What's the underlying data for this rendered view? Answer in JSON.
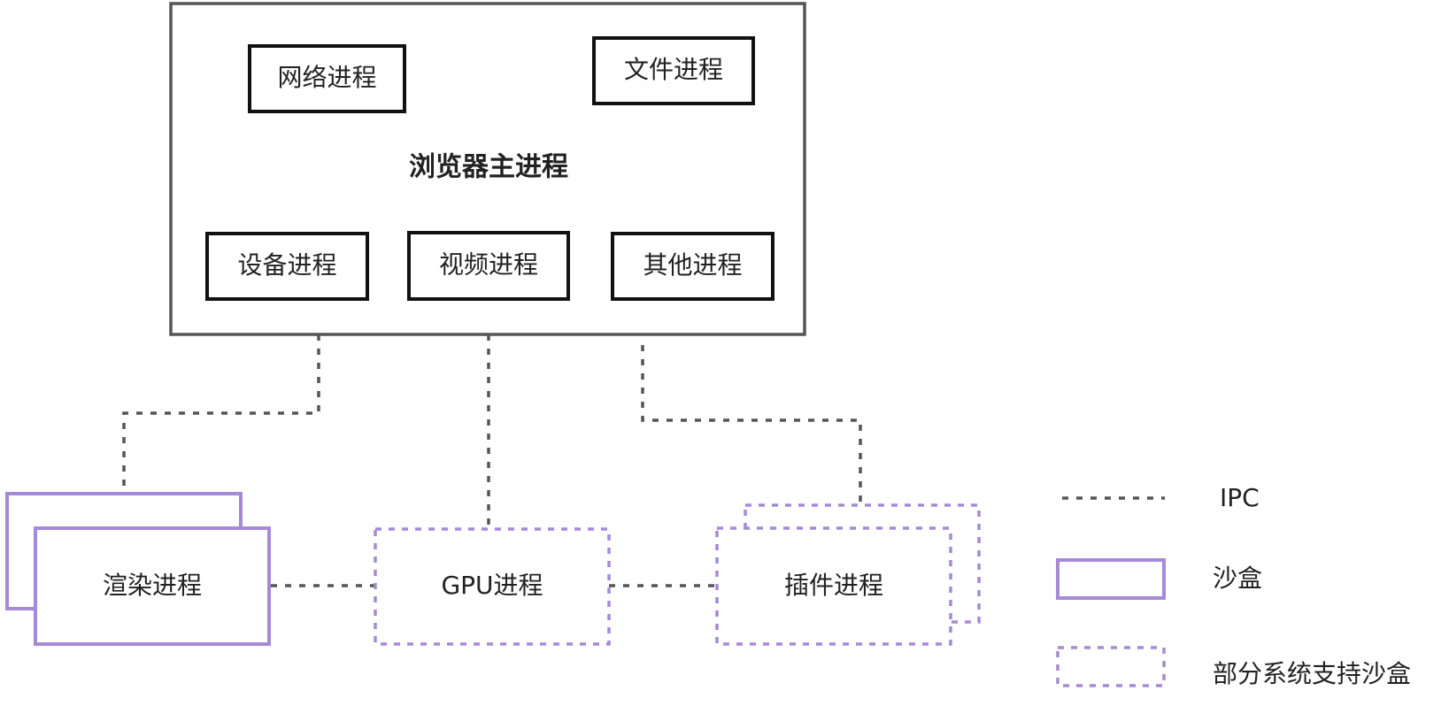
{
  "main_process": {
    "label": "浏览器主进程"
  },
  "sub_processes": {
    "network": "网络进程",
    "file": "文件进程",
    "device": "设备进程",
    "video": "视频进程",
    "other": "其他进程"
  },
  "child_processes": {
    "render": "渲染进程",
    "gpu": "GPU进程",
    "plugin": "插件进程"
  },
  "legend": {
    "ipc": "IPC",
    "sandbox": "沙盒",
    "partial_sandbox": "部分系统支持沙盒"
  },
  "colors": {
    "sandbox_stroke": "#a58ad6",
    "ipc_stroke": "#555555",
    "box_stroke": "#111111"
  }
}
